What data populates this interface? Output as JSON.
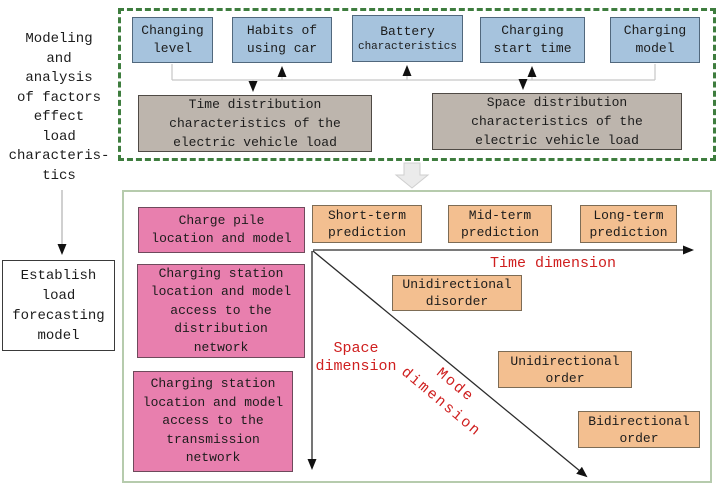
{
  "left_column": {
    "heading": "Modeling\nand\nanalysis\nof factors\neffect\nload\ncharacteris-\ntics",
    "establish_box": "Establish\nload\nforecasting\nmodel"
  },
  "top_section": {
    "factor_boxes": [
      {
        "label": "Changing\nlevel"
      },
      {
        "label": "Habits of\nusing car"
      },
      {
        "label": "Battery",
        "sublabel": "characteristics"
      },
      {
        "label": "Charging\nstart time"
      },
      {
        "label": "Charging\nmodel"
      }
    ],
    "summary_boxes": [
      {
        "label": "Time distribution\ncharacteristics of the\nelectric vehicle load"
      },
      {
        "label": "Space distribution\ncharacteristics of the\nelectric vehicle load"
      }
    ]
  },
  "bottom_section": {
    "space_boxes": [
      {
        "label": "Charge pile\nlocation and model"
      },
      {
        "label": "Charging station\nlocation and model\naccess to the\ndistribution\nnetwork"
      },
      {
        "label": "Charging station\nlocation and model\naccess to the\ntransmission\nnetwork"
      }
    ],
    "time_boxes": [
      {
        "label": "Short-term\nprediction"
      },
      {
        "label": "Mid-term\nprediction"
      },
      {
        "label": "Long-term\nprediction"
      }
    ],
    "mode_boxes": [
      {
        "label": "Unidirectional\ndisorder"
      },
      {
        "label": "Unidirectional\norder"
      },
      {
        "label": "Bidirectional\norder"
      }
    ],
    "axis_labels": {
      "time": "Time dimension",
      "space": "Space\ndimension",
      "mode": "Mode\ndimension"
    }
  },
  "colors": {
    "factor_box_fill": "#a6c3dd",
    "summary_box_fill": "#bdb5ad",
    "space_box_fill": "#e87fae",
    "prediction_box_fill": "#f3bf90",
    "axis_label_red": "#cf1f1f",
    "dashed_border_green": "#3e7d3e",
    "panel_border_green": "#b6cbad"
  }
}
